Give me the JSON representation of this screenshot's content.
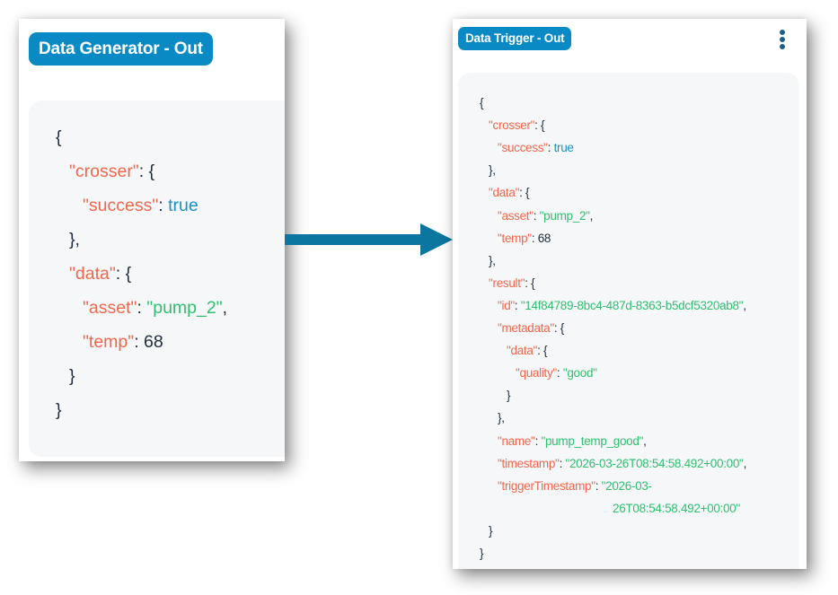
{
  "left_panel": {
    "title": "Data Generator - Out",
    "json_lines": [
      {
        "indent": 0,
        "parts": [
          {
            "t": "p",
            "v": "{"
          }
        ]
      },
      {
        "indent": 1,
        "parts": [
          {
            "t": "k",
            "v": "\"crosser\""
          },
          {
            "t": "p",
            "v": ": {"
          }
        ]
      },
      {
        "indent": 2,
        "parts": [
          {
            "t": "k",
            "v": "\"success\""
          },
          {
            "t": "p",
            "v": ": "
          },
          {
            "t": "b",
            "v": "true"
          }
        ]
      },
      {
        "indent": 1,
        "parts": [
          {
            "t": "p",
            "v": "},"
          }
        ]
      },
      {
        "indent": 1,
        "parts": [
          {
            "t": "k",
            "v": "\"data\""
          },
          {
            "t": "p",
            "v": ": {"
          }
        ]
      },
      {
        "indent": 2,
        "parts": [
          {
            "t": "k",
            "v": "\"asset\""
          },
          {
            "t": "p",
            "v": ": "
          },
          {
            "t": "s",
            "v": "\"pump_2\""
          },
          {
            "t": "p",
            "v": ","
          }
        ]
      },
      {
        "indent": 2,
        "parts": [
          {
            "t": "k",
            "v": "\"temp\""
          },
          {
            "t": "p",
            "v": ": "
          },
          {
            "t": "n",
            "v": "68"
          }
        ]
      },
      {
        "indent": 1,
        "parts": [
          {
            "t": "p",
            "v": "}"
          }
        ]
      },
      {
        "indent": 0,
        "parts": [
          {
            "t": "p",
            "v": "}"
          }
        ]
      }
    ]
  },
  "right_panel": {
    "title": "Data Trigger - Out",
    "menu_icon": "kebab-menu-icon",
    "json_lines": [
      {
        "indent": 0,
        "parts": [
          {
            "t": "p",
            "v": "{"
          }
        ]
      },
      {
        "indent": 1,
        "parts": [
          {
            "t": "k",
            "v": "\"crosser\""
          },
          {
            "t": "p",
            "v": ": {"
          }
        ]
      },
      {
        "indent": 2,
        "parts": [
          {
            "t": "k",
            "v": "\"success\""
          },
          {
            "t": "p",
            "v": ": "
          },
          {
            "t": "b",
            "v": "true"
          }
        ]
      },
      {
        "indent": 1,
        "parts": [
          {
            "t": "p",
            "v": "},"
          }
        ]
      },
      {
        "indent": 1,
        "parts": [
          {
            "t": "k",
            "v": "\"data\""
          },
          {
            "t": "p",
            "v": ": {"
          }
        ]
      },
      {
        "indent": 2,
        "parts": [
          {
            "t": "k",
            "v": "\"asset\""
          },
          {
            "t": "p",
            "v": ": "
          },
          {
            "t": "s",
            "v": "\"pump_2\""
          },
          {
            "t": "p",
            "v": ","
          }
        ]
      },
      {
        "indent": 2,
        "parts": [
          {
            "t": "k",
            "v": "\"temp\""
          },
          {
            "t": "p",
            "v": ": "
          },
          {
            "t": "n",
            "v": "68"
          }
        ]
      },
      {
        "indent": 1,
        "parts": [
          {
            "t": "p",
            "v": "},"
          }
        ]
      },
      {
        "indent": 1,
        "parts": [
          {
            "t": "k",
            "v": "\"result\""
          },
          {
            "t": "p",
            "v": ": {"
          }
        ]
      },
      {
        "indent": 2,
        "parts": [
          {
            "t": "k",
            "v": "\"id\""
          },
          {
            "t": "p",
            "v": ": "
          },
          {
            "t": "s",
            "v": "\"14f84789-8bc4-487d-8363-b5dcf5320ab8\""
          },
          {
            "t": "p",
            "v": ","
          }
        ]
      },
      {
        "indent": 2,
        "parts": [
          {
            "t": "k",
            "v": "\"metadata\""
          },
          {
            "t": "p",
            "v": ": {"
          }
        ]
      },
      {
        "indent": 3,
        "parts": [
          {
            "t": "k",
            "v": "\"data\""
          },
          {
            "t": "p",
            "v": ": {"
          }
        ]
      },
      {
        "indent": 4,
        "parts": [
          {
            "t": "k",
            "v": "\"quality\""
          },
          {
            "t": "p",
            "v": ": "
          },
          {
            "t": "s",
            "v": "\"good\""
          }
        ]
      },
      {
        "indent": 3,
        "parts": [
          {
            "t": "p",
            "v": "}"
          }
        ]
      },
      {
        "indent": 2,
        "parts": [
          {
            "t": "p",
            "v": "},"
          }
        ]
      },
      {
        "indent": 2,
        "parts": [
          {
            "t": "k",
            "v": "\"name\""
          },
          {
            "t": "p",
            "v": ": "
          },
          {
            "t": "s",
            "v": "\"pump_temp_good\""
          },
          {
            "t": "p",
            "v": ","
          }
        ]
      },
      {
        "indent": 2,
        "parts": [
          {
            "t": "k",
            "v": "\"timestamp\""
          },
          {
            "t": "p",
            "v": ": "
          },
          {
            "t": "s",
            "v": "\"2026-03-26T08:54:58.492+00:00\""
          },
          {
            "t": "p",
            "v": ","
          }
        ]
      },
      {
        "indent": 2,
        "parts": [
          {
            "t": "k",
            "v": "\"triggerTimestamp\""
          },
          {
            "t": "p",
            "v": ": "
          },
          {
            "t": "s",
            "v": "\"2026-03-"
          }
        ]
      },
      {
        "indent": 2,
        "offset": 128,
        "parts": [
          {
            "t": "s",
            "v": "26T08:54:58.492+00:00\""
          }
        ]
      },
      {
        "indent": 1,
        "parts": [
          {
            "t": "p",
            "v": "}"
          }
        ]
      },
      {
        "indent": 0,
        "parts": [
          {
            "t": "p",
            "v": "}"
          }
        ]
      }
    ]
  },
  "connector": {
    "direction": "right",
    "color": "#0b76a0"
  }
}
